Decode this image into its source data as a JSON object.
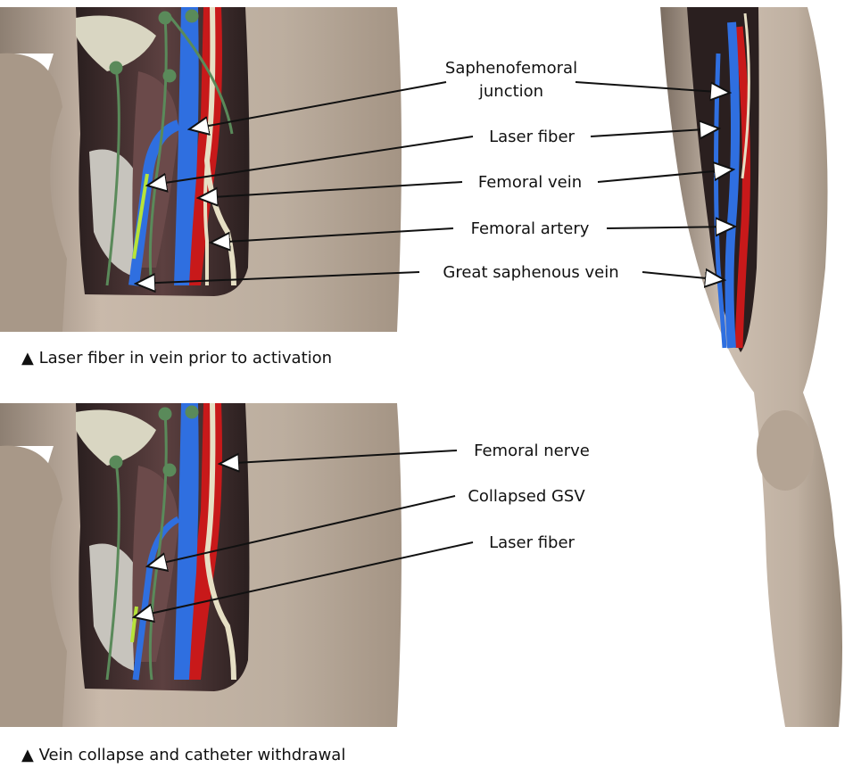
{
  "top_panel": {
    "caption": "▲ Laser fiber in vein prior to activation",
    "labels": {
      "saphenofemoral_junction_1": "Saphenofemoral",
      "saphenofemoral_junction_2": "junction",
      "laser_fiber": "Laser fiber",
      "femoral_vein": "Femoral vein",
      "femoral_artery": "Femoral artery",
      "great_saphenous_vein": "Great saphenous vein"
    }
  },
  "bottom_panel": {
    "caption": "▲ Vein collapse and catheter withdrawal",
    "labels": {
      "femoral_nerve": "Femoral nerve",
      "collapsed_gsv": "Collapsed GSV",
      "laser_fiber": "Laser fiber"
    }
  },
  "colors": {
    "skin": "#b8a898",
    "skin_light": "#d3c6b8",
    "skin_shadow": "#8d7f72",
    "vein": "#2f6fe0",
    "artery": "#c8191a",
    "nerve": "#e6dfc4",
    "muscle": "#6b4a4a",
    "tissue_dark": "#1a1414",
    "laser": "#b6e33a",
    "lymph": "#5a8a5a"
  }
}
